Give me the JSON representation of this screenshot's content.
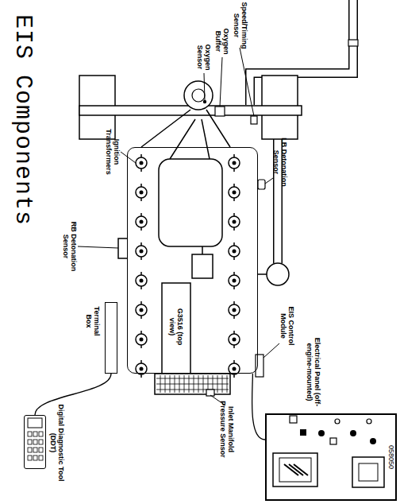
{
  "diagram": {
    "title": "EIS Components",
    "nodes": [
      {
        "text": [
          "G3516 (top view)"
        ]
      },
      {
        "text": [
          "Terminal Box"
        ]
      },
      {
        "text": [
          "Electrical Panel (off-engine-mounted)"
        ]
      },
      {
        "text": [
          "Digital Diagnostic Tool (DDT)"
        ]
      }
    ],
    "edges": [
      {
        "from": 1,
        "to": 3,
        "arrow": "none"
      },
      {
        "from": 2,
        "to": 0,
        "arrow": "none"
      }
    ],
    "labels": [
      "Oxygen Sensor",
      "Oxygen Buffer",
      "Speed/Timing Sensor",
      "LB Detonation Sensor",
      "Ignition Transformers",
      "RB Detonation Sensor",
      "EIS Control Module",
      "Inlet Manifold Pressure Sensor",
      "058050"
    ]
  }
}
